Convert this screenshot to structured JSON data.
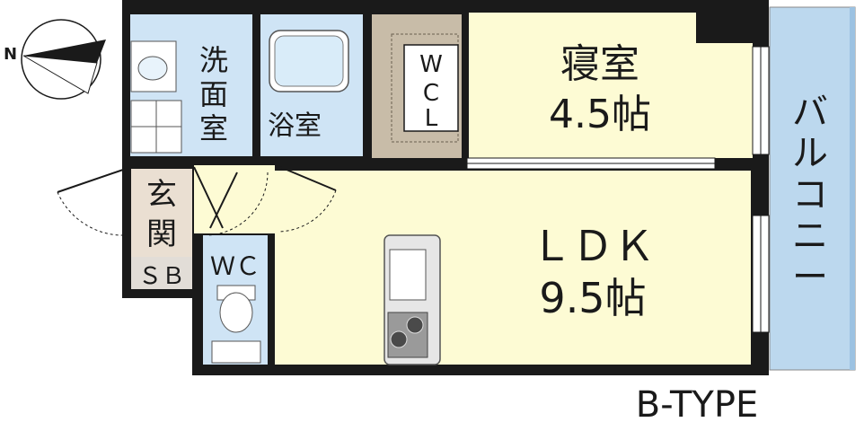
{
  "plan_type": "B-TYPE",
  "compass": {
    "north_label": "N"
  },
  "colors": {
    "wall": "#1a1a1a",
    "room_cream": "#fdfbd4",
    "wet_blue": "#cfe4f5",
    "closet_tan": "#c8bca8",
    "entry_beige": "#eadfd2",
    "balcony_blue": "#bcd8ee",
    "sb_gray": "#e2ddd7"
  },
  "rooms": {
    "bedroom": {
      "name": "寝室",
      "size": "4.5帖"
    },
    "ldk": {
      "name": "ＬＤＫ",
      "size": "9.5帖"
    },
    "washroom": {
      "name_lines": [
        "洗",
        "面",
        "室"
      ]
    },
    "bath": {
      "name": "浴室"
    },
    "wcl": {
      "name_lines": [
        "W",
        "C",
        "L"
      ]
    },
    "entrance": {
      "name_lines": [
        "玄",
        "関"
      ]
    },
    "sb": {
      "name": "ＳＢ"
    },
    "wc": {
      "name": "ＷＣ"
    },
    "balcony": {
      "name_lines": [
        "バ",
        "ル",
        "コ",
        "ニ",
        "ー"
      ]
    }
  }
}
